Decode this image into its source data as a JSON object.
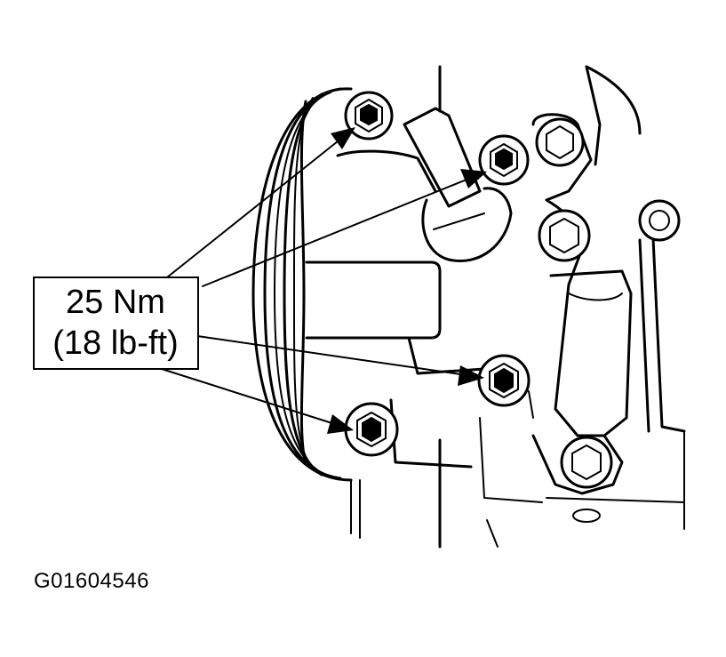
{
  "callout": {
    "line1": "25 Nm",
    "line2": "(18 lb-ft)"
  },
  "figure_id": "G01604546"
}
